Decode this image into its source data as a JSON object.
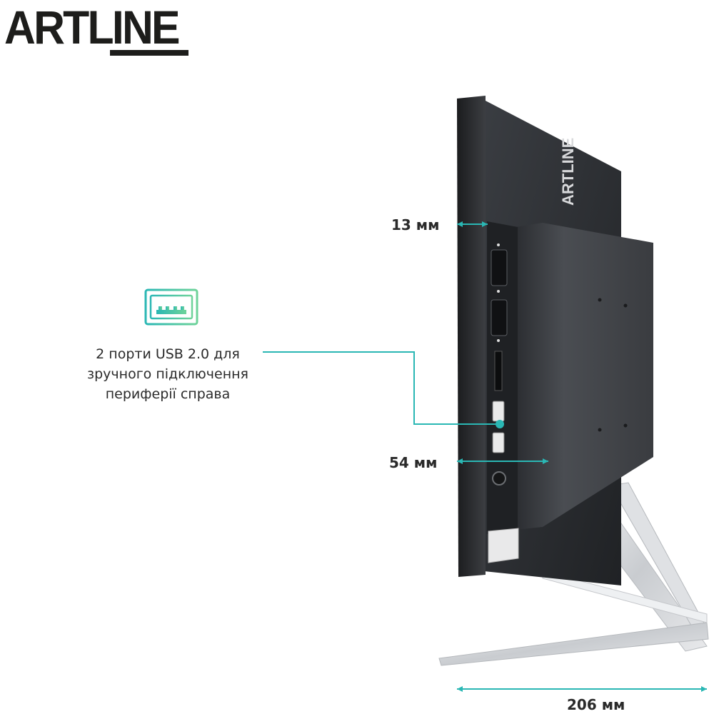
{
  "brand": {
    "logo_text": "ARTLINE",
    "back_logo_text": "ARTLINE"
  },
  "feature": {
    "line1": "2 порти USB 2.0 для",
    "line2": "зручного підключення",
    "line3": "периферії справа",
    "icon": "usb-port-icon"
  },
  "dimensions": {
    "thickness_top": "13 мм",
    "thickness_bottom": "54 мм",
    "depth": "206 мм"
  },
  "colors": {
    "accent": "#2ab7b4",
    "text": "#2a2a2a",
    "logo": "#1d1d1b"
  }
}
